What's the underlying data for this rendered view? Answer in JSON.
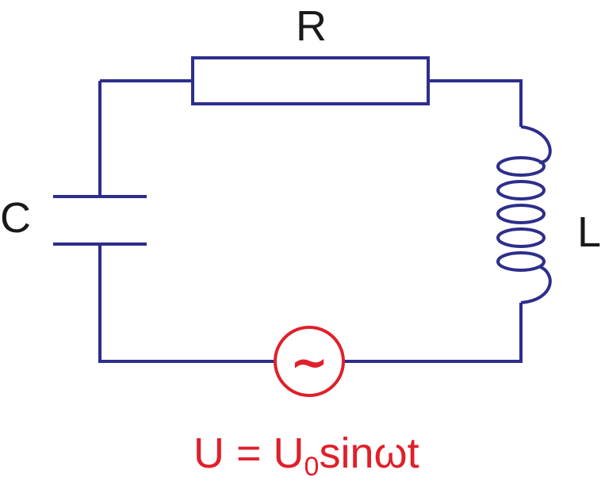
{
  "colors": {
    "wire": "#2e2e8c",
    "source": "#e0202a",
    "text": "#1a1a1a",
    "background": "#ffffff"
  },
  "labels": {
    "resistor": "R",
    "capacitor": "C",
    "inductor": "L"
  },
  "source": {
    "symbol": "~",
    "formula": {
      "lhs": "U",
      "equals": " = ",
      "amplitude": "U",
      "amplitude_subscript": "0",
      "function": "sinωt"
    }
  }
}
